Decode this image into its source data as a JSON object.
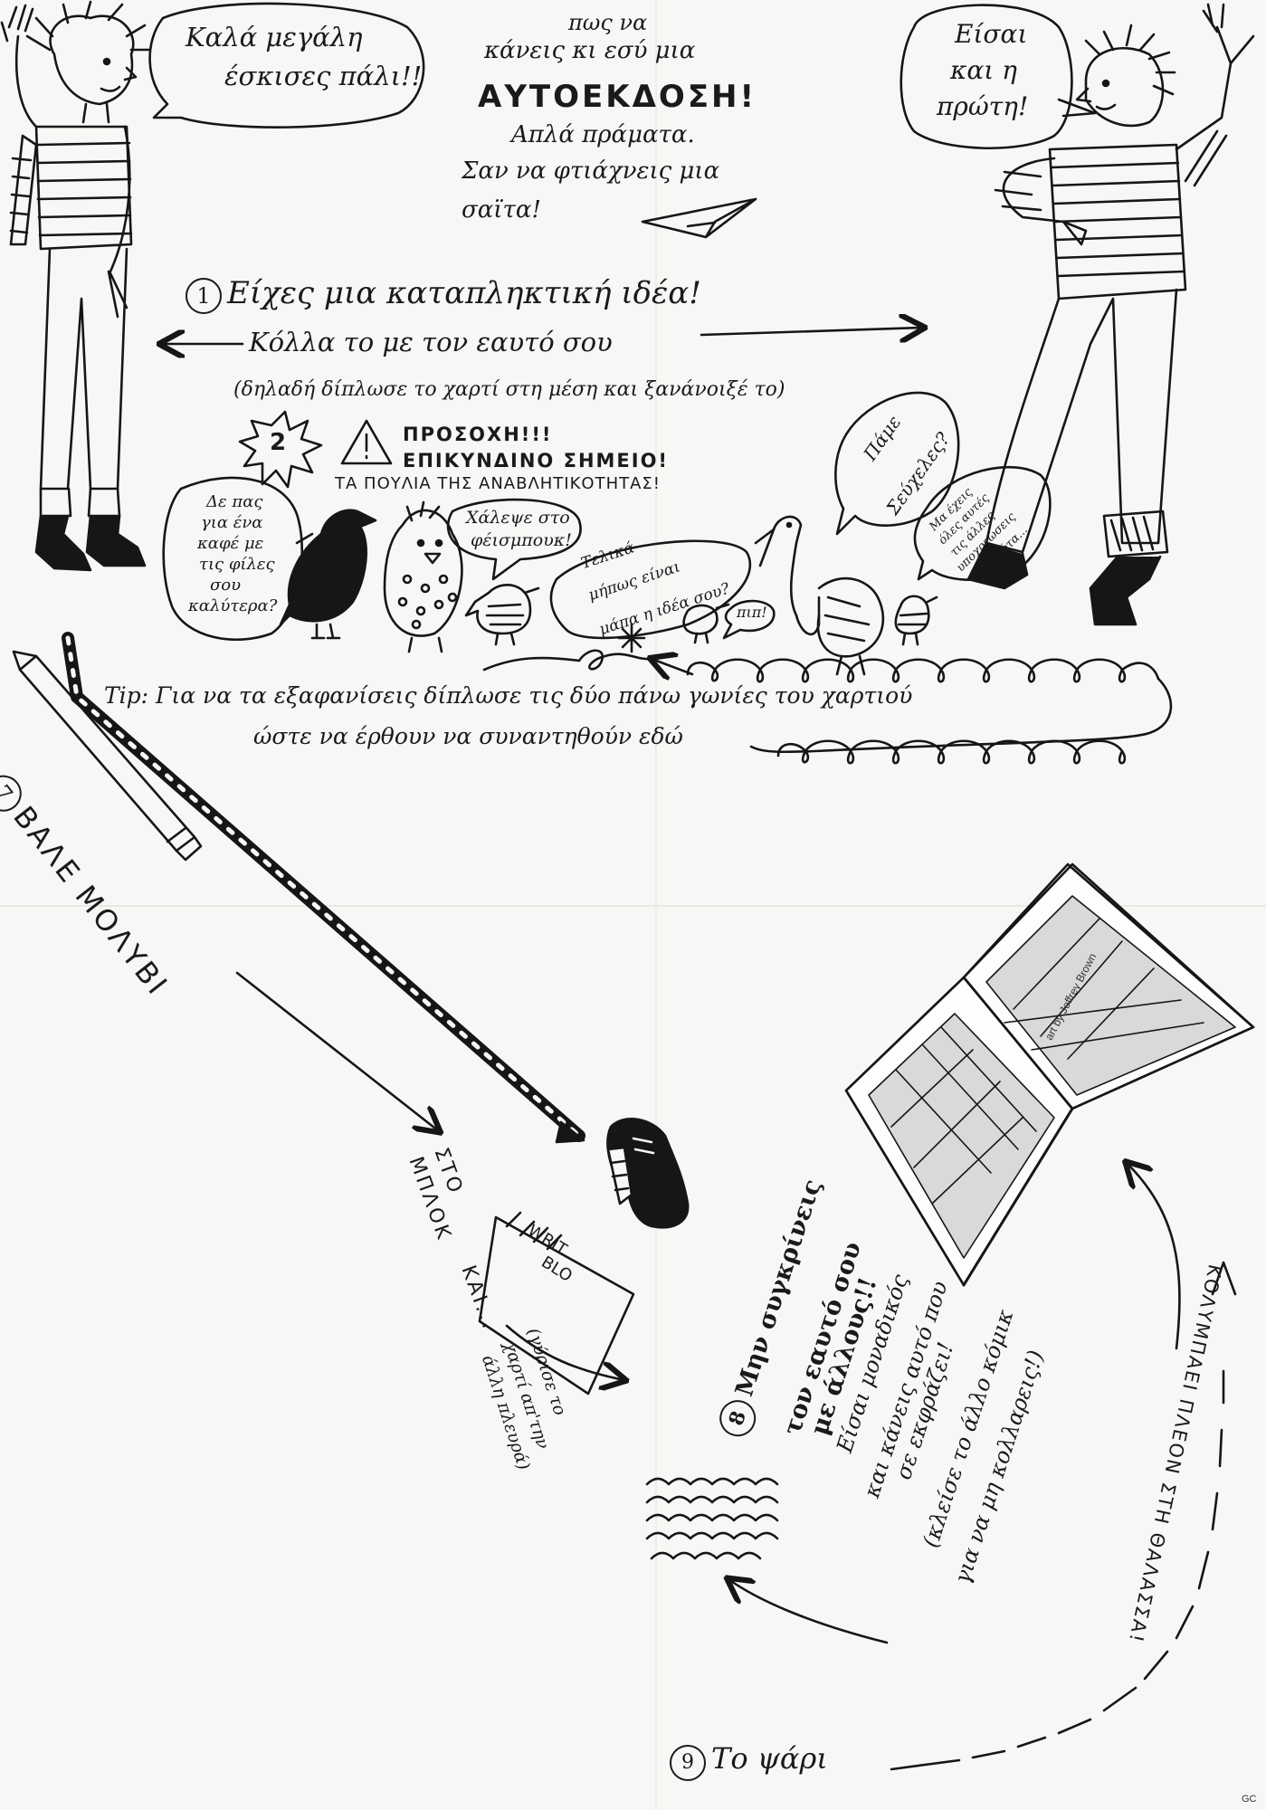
{
  "speech": {
    "left_bubble": [
      "Καλά μεγάλη",
      "έσκισες πάλι!!"
    ],
    "right_bubble": [
      "Είσαι",
      "και η",
      "πρώτη!"
    ],
    "bird1": [
      "Δε πας",
      "για ένα",
      "καφέ με",
      "τις φίλες",
      "σου",
      "καλύτερα?"
    ],
    "bird2": [
      "Χάλεψε στο",
      "φέισμπουκ!"
    ],
    "bird3": [
      "Τελικά",
      "μήπως είναι",
      "μάπα η ιδέα σου?"
    ],
    "bird4": "πιπ!",
    "bird5": [
      "Πάμε",
      "Σεύχελες?"
    ],
    "bird6": [
      "Μα έχεις",
      "όλες αυτές",
      "τις άλλες",
      "υποχρεώσεις",
      "πρώτα..."
    ]
  },
  "title": {
    "line1": "πως να",
    "line2": "κάνεις κι εσύ μια",
    "heading": "ΑΥΤΟΕΚΔΟΣΗ!",
    "line4": "Απλά πράματα.",
    "line5": "Σαν να φτιάχνεις μια",
    "line6": "σαϊτα!"
  },
  "steps": {
    "s1_num": "1",
    "s1_title": "Είχες μια καταπληκτική ιδέα!",
    "s1_sub": "Κόλλα το με τον εαυτό σου",
    "s1_note": "(δηλαδή δίπλωσε το χαρτί στη μέση και ξανάνοιξέ το)",
    "s2_num": "2",
    "s2_warn1": "ΠΡΟΣΟΧΗ!!!",
    "s2_warn2": "ΕΠΙΚΥΝΔΙΝΟ ΣΗΜΕΙΟ!",
    "s2_warn3": "ΤΑ ΠΟΥΛΙΑ ΤΗΣ ΑΝΑΒΛΗΤΙΚΟΤΗΤΑΣ!",
    "tip1": "Tip: Για να τα εξαφανίσεις δίπλωσε τις δύο πάνω γωνίες του χαρτιού",
    "tip2": "ώστε να έρθουν να συναντηθούν εδώ",
    "s7_num": "7",
    "s7_title": "ΒΑΛΕ ΜΟΛΥΒΙ",
    "s7_b1": "ΣΤΟ",
    "s7_b2": "ΜΠΛΟΚ",
    "s7_b3": "ΚΑΙ...",
    "s7_note": [
      "(γύρισε το",
      "χαρτί απ'την",
      "άλλη πλευρά)"
    ],
    "notepad": [
      "WRIT",
      "BLO"
    ],
    "s8_num": "8",
    "s8_lines": [
      "Μην συγκρίνεις",
      "τον εαυτό σου",
      "με άλλους!!",
      "Είσαι μοναδικός",
      "και κάνεις αυτό που",
      "σε εκφράζει!"
    ],
    "s8_note": [
      "(κλείσε το άλλο κόμικ",
      "για να μη κολλαρεις!)"
    ],
    "sea": "ΚΟΛΥΜΠΑΕΙ ΠΛΕΟΝ ΣΤΗ ΘΑΛΑΣΣΑ!",
    "s9_num": "9",
    "s9_title": "Το ψάρι"
  },
  "comic_credit": "art by Jeffrey Brown",
  "corner_mark": "GC",
  "colors": {
    "ink": "#161616",
    "paper": "#f7f7f5",
    "fold": "#e7e7e3"
  }
}
